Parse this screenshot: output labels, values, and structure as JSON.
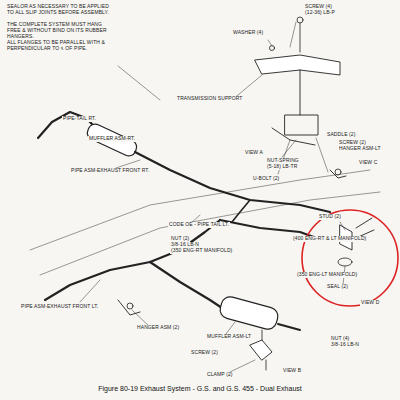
{
  "diagram": {
    "caption": "Figure 80-19 Exhaust System - G.S. and G.S. 455 - Dual Exhaust",
    "labels": [
      "SEALOR AS NECESSARY TO BE APPLIED TO ALL SLIP JOINTS BEFORE ASSEMBLY.",
      "THE COMPLETE SYSTEM MUST HANG FREE & WITHOUT BIND ON ITS RUBBER HANGERS.",
      "ALL FLANGES TO BE PARALLEL WITH & PERPENDICULAR TO ℄ OF PIPE.",
      "SCREW (4)",
      "(12-36) LB-P",
      "WASHER (4)",
      "TRANSMISSION SUPPORT",
      "VIEW A",
      "NUT-SPRING",
      "(5-18) LB-TR",
      "U-BOLT (2)",
      "SADDLE (2)",
      "SCREW (2)",
      "HANGER ASM-LT",
      "VIEW C",
      "PIPE-TAIL RT.",
      "MUFFLER ASM-RT.",
      "PIPE ASM-EXHAUST FRONT RT.",
      "CODE OE - PIPE TAIL LT.",
      "NUT (2)",
      "3/8-16 LB-N",
      "(350 ENG-RT MANIFOLD)",
      "STUD (2)",
      "(400 ENG-RT & LT MANIFOLD)",
      "(350 ENG-LT MANIFOLD)",
      "SEAL (2)",
      "VIEW D",
      "MUFFLER ASM-LT",
      "HANGER ASM (2)",
      "SCREW (2)",
      "NUT (4)",
      "3/8-16 LB-N",
      "PIPE ASM-EXHAUST FRONT LT.",
      "CLAMP (2)",
      "VIEW B"
    ]
  }
}
